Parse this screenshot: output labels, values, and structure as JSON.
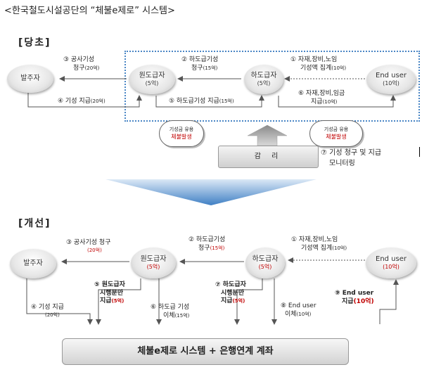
{
  "title": "<한국철도시설공단의 “체불e제로” 시스템>",
  "before": {
    "section": "[당초]",
    "nodes": {
      "client": "발주자",
      "prime": "원도급자",
      "prime_sub": "(5억)",
      "sub": "하도급자",
      "sub_sub": "(5억)",
      "enduser": "End user",
      "enduser_sub": "(10억)"
    },
    "labels": {
      "l3a": "③ 공사기성",
      "l3b": "청구",
      "l3b_amt": "(20억)",
      "l4": "④ 기성  지급",
      "l4_amt": "(20억)",
      "l2a": "② 하도급기성",
      "l2b": "청구",
      "l2b_amt": "(15억)",
      "l5": "⑤ 하도급기성 지급",
      "l5_amt": "(15억)",
      "l1a": "① 자재,장비,노임",
      "l1b": "기성액 집계",
      "l1b_amt": "(10억)",
      "l6a": "⑥ 자재,장비,임금",
      "l6b": "지급",
      "l6b_amt": "(10억)",
      "l7a": "⑦ 기성 청구 및 지급",
      "l7b": "모니터링"
    },
    "clouds": [
      {
        "top": "기성금 유용",
        "bottom": "체불발생"
      },
      {
        "top": "기성금 유용",
        "bottom": "체불발생"
      }
    ],
    "supervision": "감 리"
  },
  "after": {
    "section": "[개선]",
    "nodes": {
      "client": "발주자",
      "prime": "원도급자",
      "prime_sub": "(5억)",
      "sub": "하도급자",
      "sub_sub": "(5억)",
      "enduser": "End user",
      "enduser_sub": "(10억)"
    },
    "labels": {
      "l3": "③ 공사기성 청구",
      "l3_amt": "(20억)",
      "l2a": "② 하도급기성",
      "l2b": "청구",
      "l2b_amt": "(15억)",
      "l1a": "① 자재,장비,노임",
      "l1b": "기성액 집계",
      "l1b_amt": "(10억)",
      "l4": "④ 기성 지급",
      "l4_amt": "(20억)",
      "l5a": "⑤ 원도급자",
      "l5b": "시행분만",
      "l5c": "지급",
      "l5c_amt": "(5억)",
      "l6a": "⑥ 하도급 기성",
      "l6b": "이체",
      "l6b_amt": "(15억)",
      "l7a": "⑦ 하도급자",
      "l7b": "시행분만",
      "l7c": "지급",
      "l7c_amt": "(5억)",
      "l8a": "⑧ End user",
      "l8b": "이체",
      "l8b_amt": "(10억)",
      "l9a": "⑨ End user",
      "l9b": "지급",
      "l9b_amt": "(10억)"
    },
    "bank": "체불e제로 시스템 + 은행연계 계좌"
  },
  "colors": {
    "dash_border": "#4a86c5",
    "transition_arrow": "#5b9bd5",
    "emphasis": "#c00000"
  }
}
